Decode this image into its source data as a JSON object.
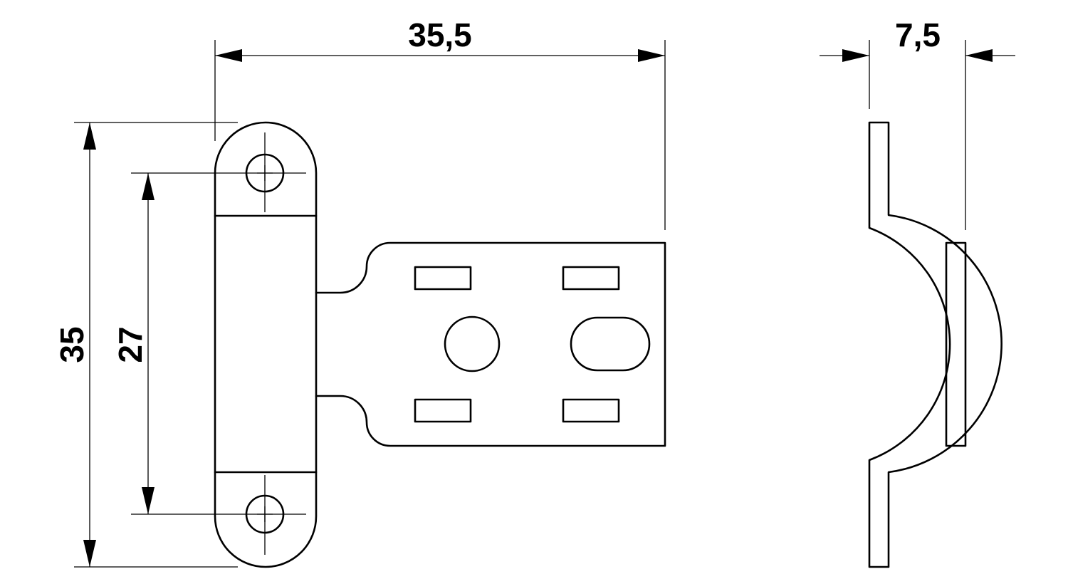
{
  "dimensions": {
    "overall_width": "35,5",
    "overall_height": "35",
    "hole_spacing": "27",
    "side_depth": "7,5"
  }
}
